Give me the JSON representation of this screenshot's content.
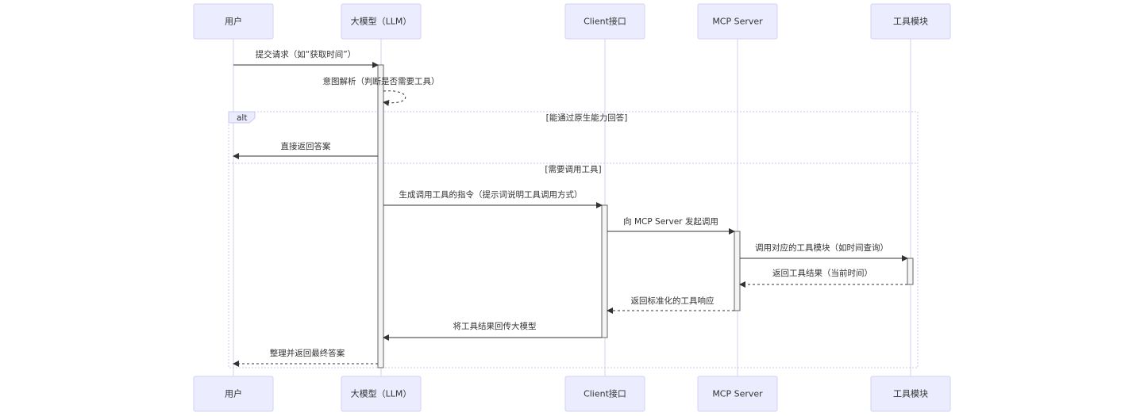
{
  "participants": [
    {
      "id": "user",
      "label": "用户"
    },
    {
      "id": "llm",
      "label": "大模型（LLM）"
    },
    {
      "id": "client",
      "label": "Client接口"
    },
    {
      "id": "mcp",
      "label": "MCP Server"
    },
    {
      "id": "tool",
      "label": "工具模块"
    }
  ],
  "alt_block": {
    "keyword": "alt",
    "condition_1": "[能通过原生能力回答]",
    "condition_2": "[需要调用工具]"
  },
  "messages": [
    {
      "id": "m1",
      "from": "user",
      "to": "llm",
      "label": "提交请求（如“获取时间”）",
      "style": "solid"
    },
    {
      "id": "m2",
      "from": "llm",
      "to": "llm",
      "label": "意图解析（判断是否需要工具）",
      "style": "dashed"
    },
    {
      "id": "m3",
      "from": "llm",
      "to": "user",
      "label": "直接返回答案",
      "style": "solid"
    },
    {
      "id": "m4",
      "from": "llm",
      "to": "client",
      "label": "生成调用工具的指令（提示词说明工具调用方式）",
      "style": "solid"
    },
    {
      "id": "m5",
      "from": "client",
      "to": "mcp",
      "label": "向 MCP Server 发起调用",
      "style": "solid"
    },
    {
      "id": "m6",
      "from": "mcp",
      "to": "tool",
      "label": "调用对应的工具模块（如时间查询）",
      "style": "solid"
    },
    {
      "id": "m7",
      "from": "tool",
      "to": "mcp",
      "label": "返回工具结果（当前时间）",
      "style": "dashed"
    },
    {
      "id": "m8",
      "from": "mcp",
      "to": "client",
      "label": "返回标准化的工具响应",
      "style": "dashed"
    },
    {
      "id": "m9",
      "from": "client",
      "to": "llm",
      "label": "将工具结果回传大模型",
      "style": "solid"
    },
    {
      "id": "m10",
      "from": "llm",
      "to": "user",
      "label": "整理并返回最终答案",
      "style": "dashed"
    }
  ]
}
